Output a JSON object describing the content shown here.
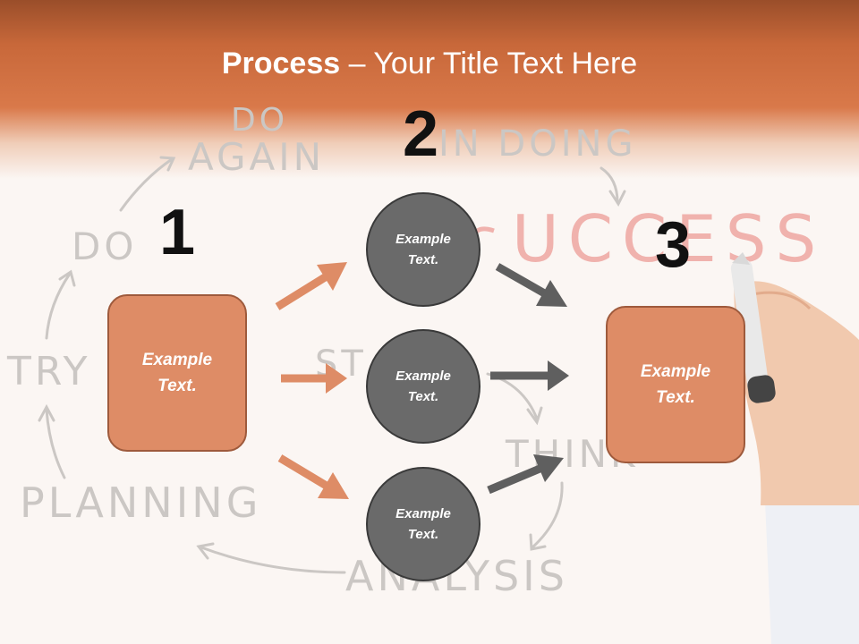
{
  "title": {
    "bold": "Process",
    "rest": " – Your Title Text Here"
  },
  "numbers": [
    "1",
    "2",
    "3"
  ],
  "boxes": {
    "left": "Example Text.",
    "right": "Example Text."
  },
  "circles": [
    "Example Text.",
    "Example Text.",
    "Example Text."
  ],
  "background_words": {
    "do": "DO",
    "again": "AGAIN",
    "do_top": "DO",
    "in_doing": "IN DOING",
    "try": "TRY",
    "planning": "PLANNING",
    "st": "ST",
    "think": "THINK",
    "analysis": "ANALYSIS",
    "success": "UCCESS"
  },
  "colors": {
    "header": "#c8683a",
    "box_fill": "#de8c66",
    "circle_fill": "#6a6a6a",
    "orange_arrow": "#de8c66",
    "gray_arrow": "#5f5f5f"
  }
}
